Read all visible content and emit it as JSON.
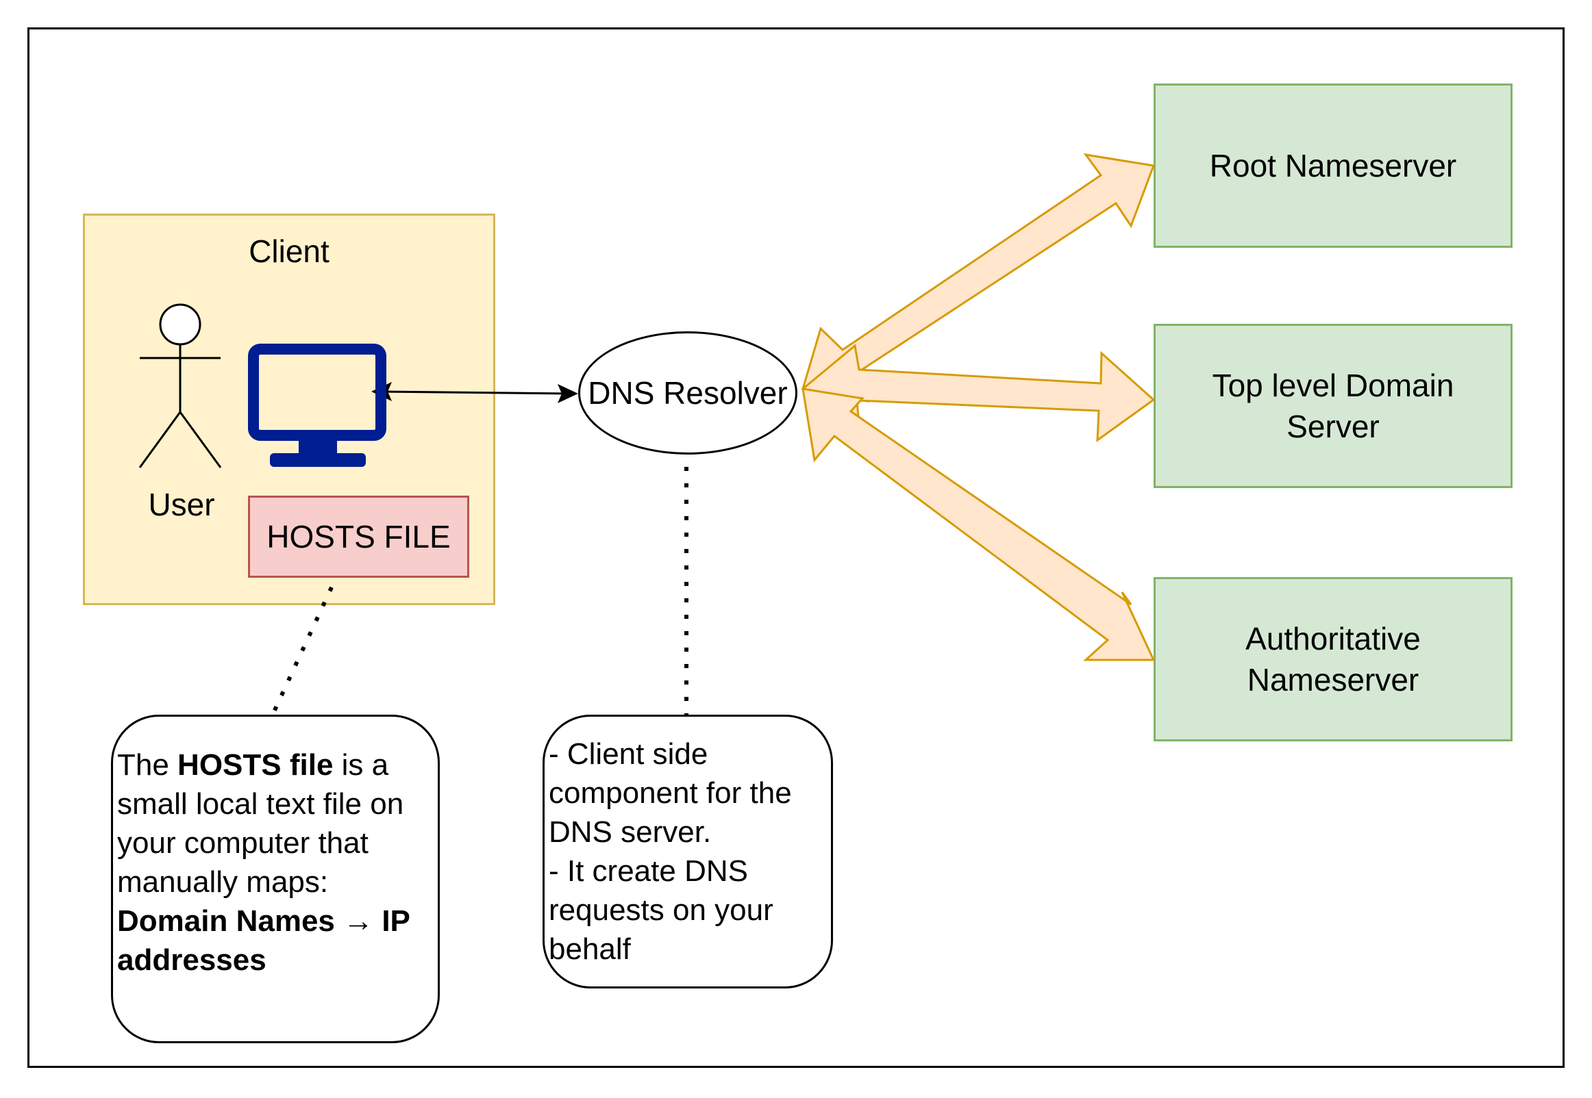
{
  "client": {
    "label": "Client",
    "user_label": "User",
    "hosts_file": "HOSTS FILE"
  },
  "resolver": {
    "label": "DNS Resolver"
  },
  "servers": {
    "root": "Root Nameserver",
    "tld": "Top level Domain Server",
    "authoritative": "Authoritative Nameserver"
  },
  "notes": {
    "hosts": {
      "t1": "The ",
      "b1": "HOSTS file",
      "t2": " is a small local text file on your computer that manually maps: ",
      "b2": "Domain Names → IP addresses"
    },
    "resolver": {
      "line1": "- Client side component for the DNS server.",
      "line2": "- It create DNS requests on your behalf"
    }
  },
  "colors": {
    "client_fill": "#fff2cc",
    "client_border": "#d6b656",
    "hosts_fill": "#f8cecc",
    "hosts_border": "#b85450",
    "server_fill": "#d5e8d4",
    "server_border": "#82b366",
    "arrow_fill": "#ffe6cc",
    "arrow_border": "#d79b00",
    "monitor": "#001d91"
  },
  "icons": {
    "user": "person-actor-icon",
    "computer": "monitor-icon"
  }
}
